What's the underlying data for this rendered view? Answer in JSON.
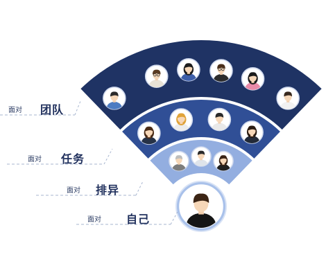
{
  "colors": {
    "band_team": "#1f3364",
    "band_task": "#304f96",
    "band_obstacle": "#93aee0",
    "self_disc": "#a9c1ea",
    "leader_line": "#a7b5cf",
    "label_text": "#2f3f66",
    "label_main": "#1f2f5c"
  },
  "labels": [
    {
      "prefix": "面对",
      "main": "团队"
    },
    {
      "prefix": "面对",
      "main": "任务"
    },
    {
      "prefix": "面对",
      "main": "排异"
    },
    {
      "prefix": "面对",
      "main": "自己"
    }
  ],
  "bands": [
    {
      "id": "team",
      "people": [
        "man-in-blue",
        "man-with-glasses",
        "woman-dark-hair",
        "man-glasses-bowtie",
        "woman-pink-top",
        "man-white-shirt"
      ]
    },
    {
      "id": "task",
      "people": [
        "woman-dark-blazer",
        "woman-blonde",
        "man-in-suit",
        "woman-ponytail"
      ]
    },
    {
      "id": "obstacle",
      "people": [
        "older-man-grey-hair",
        "man-with-tie",
        "woman-black-top"
      ]
    }
  ],
  "self_person": "man-black-jacket"
}
